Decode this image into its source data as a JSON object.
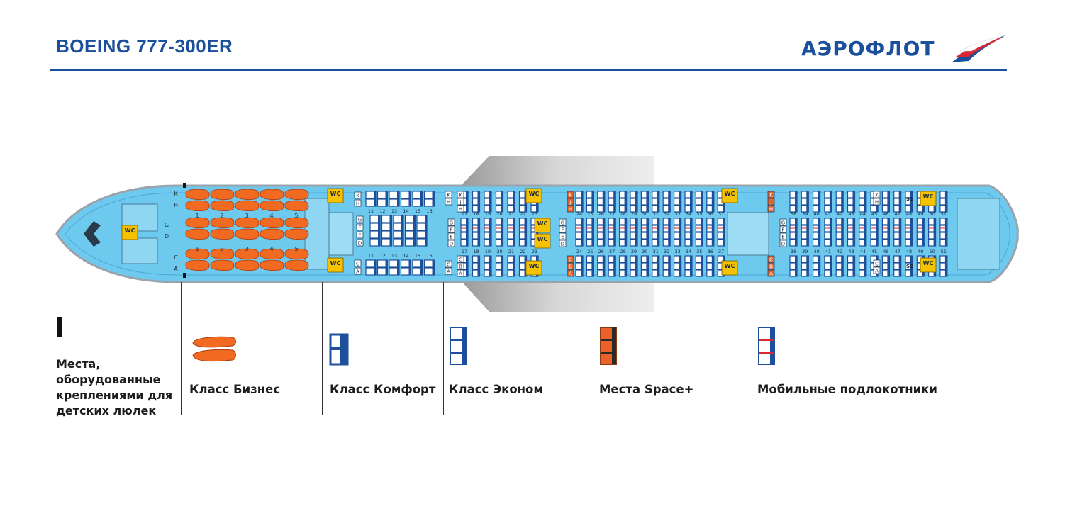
{
  "header": {
    "title": "BOEING 777-300ER",
    "logo_text": "АЭРОФЛОТ"
  },
  "colors": {
    "brand_blue": "#1a4f9c",
    "cabin_fill": "#6ec9ee",
    "business_seat": "#f06a22",
    "comfort_seat": "#1d4f9a",
    "economy_seat": "#1d4f9a",
    "space_plus_seat": "#e8622a",
    "wc": "#f5c200"
  },
  "seatmap": {
    "business_rows": [
      "1",
      "2",
      "3",
      "4",
      "5"
    ],
    "business_letters": [
      "K",
      "H",
      "G",
      "D",
      "C",
      "A"
    ],
    "comfort_rows": [
      "11",
      "12",
      "13",
      "14",
      "15",
      "16"
    ],
    "comfort_letters_window": [
      "K",
      "H",
      "C",
      "A"
    ],
    "comfort_letters_center": [
      "G",
      "F",
      "E",
      "D"
    ],
    "economy_rows_1": [
      "17",
      "18",
      "19",
      "20",
      "21",
      "22",
      "23"
    ],
    "economy_rows_2": [
      "24",
      "25",
      "26",
      "27",
      "28",
      "29",
      "30",
      "31",
      "32",
      "33",
      "34",
      "35",
      "36",
      "37"
    ],
    "economy_rows_3": [
      "38",
      "39",
      "40",
      "41",
      "42",
      "43",
      "44",
      "45",
      "46",
      "47",
      "48",
      "49",
      "50",
      "51"
    ],
    "economy_letters_window_top": [
      "K",
      "J",
      "H"
    ],
    "economy_letters_center": [
      "G",
      "F",
      "E",
      "D"
    ],
    "economy_letters_window_bottom": [
      "C",
      "B",
      "A"
    ],
    "wc_label": "WC",
    "extra_labels": [
      "S1",
      "S2"
    ]
  },
  "legend": {
    "crib": "Места, оборудованные креплениями для детских люлек",
    "business": "Класс Бизнес",
    "comfort": "Класс Комфорт",
    "economy": "Класс Эконом",
    "space_plus": "Места Space+",
    "armrests": "Мобильные подлокотники"
  }
}
